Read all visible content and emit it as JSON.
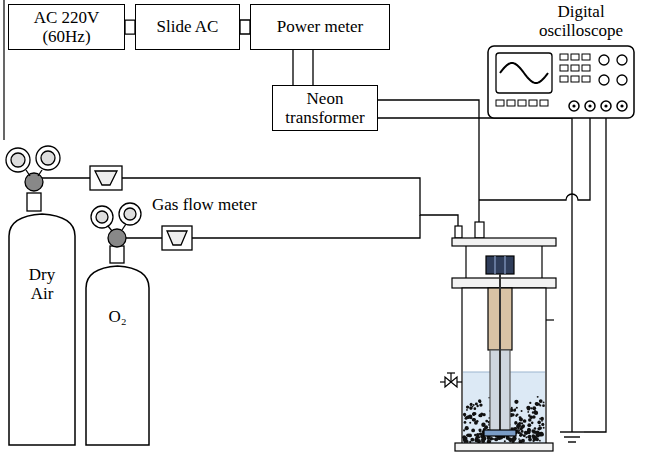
{
  "diagram": {
    "nodes": [
      {
        "text": [
          "AC 220V (60Hz)"
        ]
      },
      {
        "text": [
          "Slide AC"
        ]
      },
      {
        "text": [
          "Power meter"
        ]
      },
      {
        "text": [
          "Neon transformer"
        ]
      },
      {
        "text": [
          "Digital oscilloscope"
        ]
      },
      {
        "text": [
          "Dry Air"
        ]
      },
      {
        "text": [
          "O₂"
        ]
      }
    ],
    "edges": [
      {
        "from": 0,
        "to": 1,
        "arrow": "none"
      },
      {
        "from": 1,
        "to": 2,
        "arrow": "none"
      },
      {
        "from": 2,
        "to": 3,
        "arrow": "none"
      }
    ],
    "labels": [
      "Gas flow meter"
    ]
  }
}
